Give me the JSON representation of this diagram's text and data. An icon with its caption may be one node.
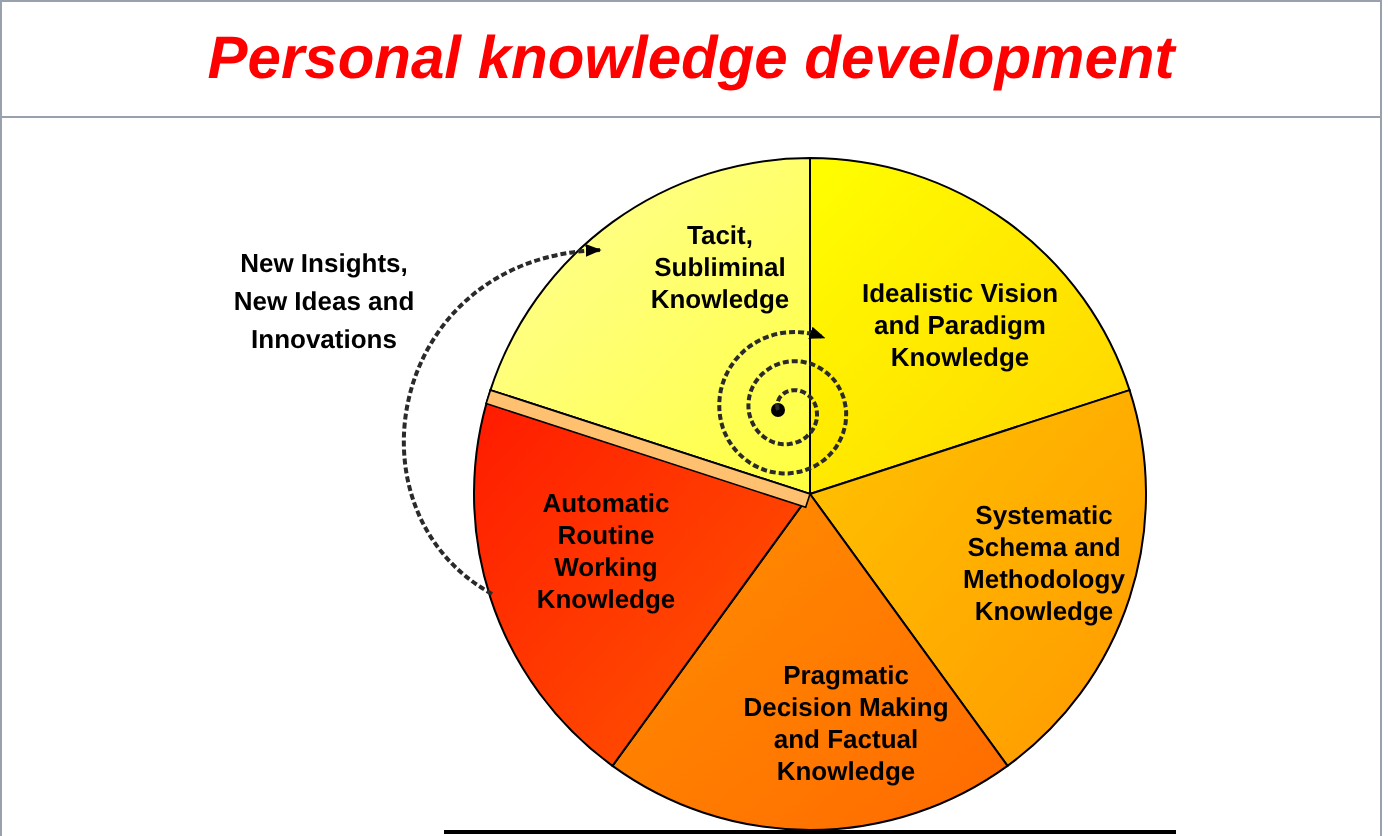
{
  "diagram": {
    "title": "Personal knowledge development",
    "nodes": [
      {
        "text": [
          "Tacit, Subliminal Knowledge"
        ]
      },
      {
        "text": [
          "Idealistic Vision and Paradigm Knowledge"
        ]
      },
      {
        "text": [
          "Systematic Schema and Methodology Knowledge"
        ]
      },
      {
        "text": [
          "Pragmatic Decision Making and Factual Knowledge"
        ]
      },
      {
        "text": [
          "Automatic Routine Working Knowledge"
        ]
      },
      {
        "text": [
          "New Insights, New Ideas and Innovations"
        ]
      }
    ],
    "edges": [
      {
        "from": 4,
        "to": 0,
        "arrow": "to",
        "style": "dashed"
      },
      {
        "from": 0,
        "to": 1,
        "arrow": "to",
        "style": "dashed"
      }
    ]
  }
}
